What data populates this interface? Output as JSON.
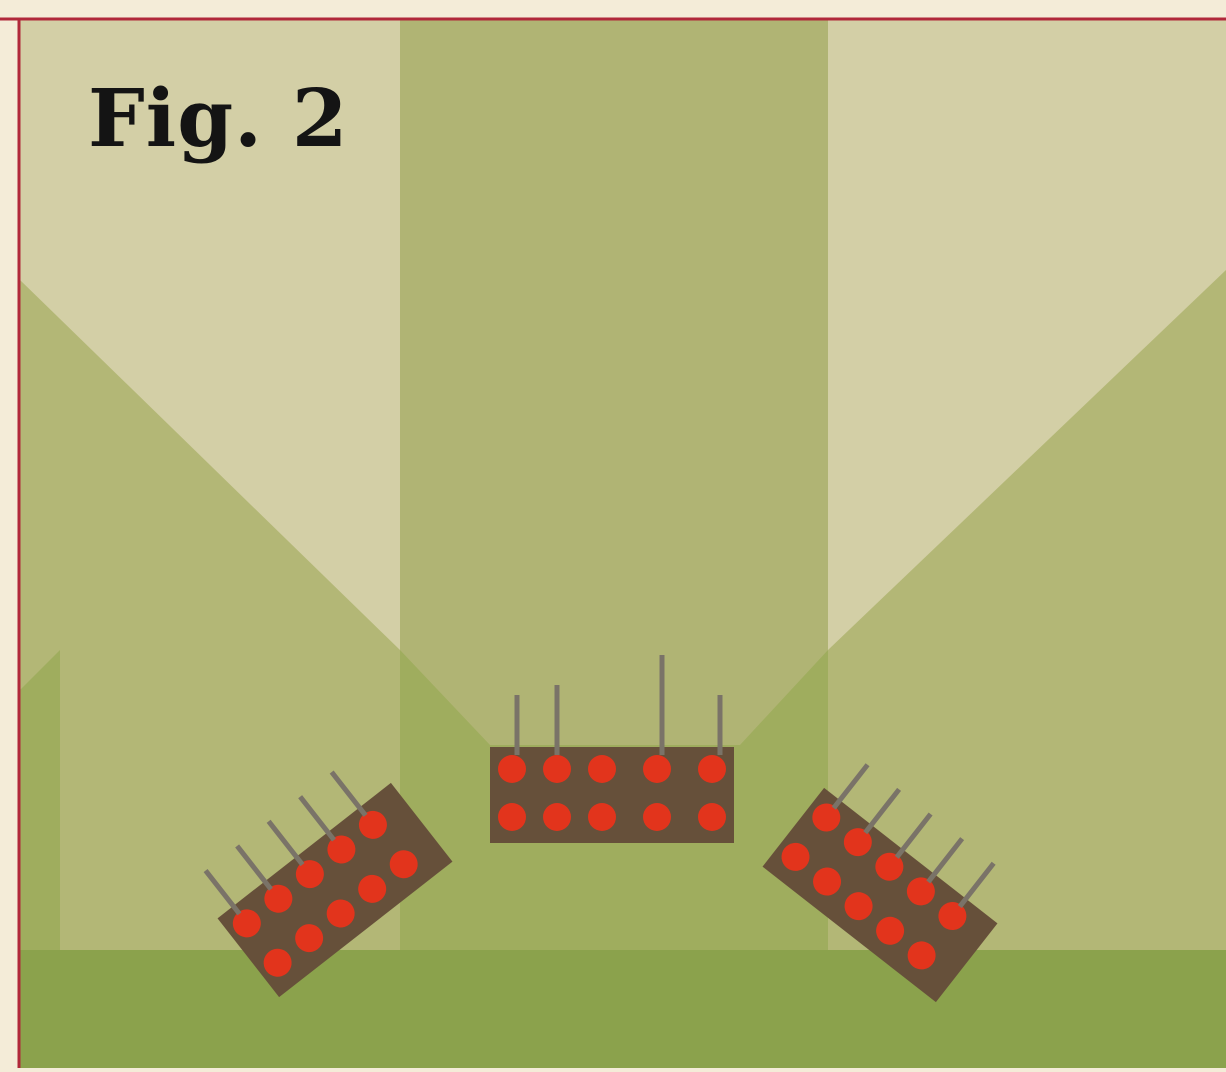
{
  "figure": {
    "label": "Fig. 2"
  },
  "colors": {
    "page_background": "#f4ecd8",
    "border_line": "#b0283a",
    "arc_zone_light": "#d3cfa6",
    "arc_zone_medium": "#b3b776",
    "table_dark": "#8ba24c",
    "overlap_zone": "#9fad5e",
    "unit_base": "#66503a",
    "soldier_coat": "#e2341c",
    "musket": "#7a7368"
  },
  "units": [
    {
      "id": "left-unit",
      "facing": "angled-left"
    },
    {
      "id": "center-unit",
      "facing": "forward"
    },
    {
      "id": "right-unit",
      "facing": "angled-right"
    }
  ]
}
